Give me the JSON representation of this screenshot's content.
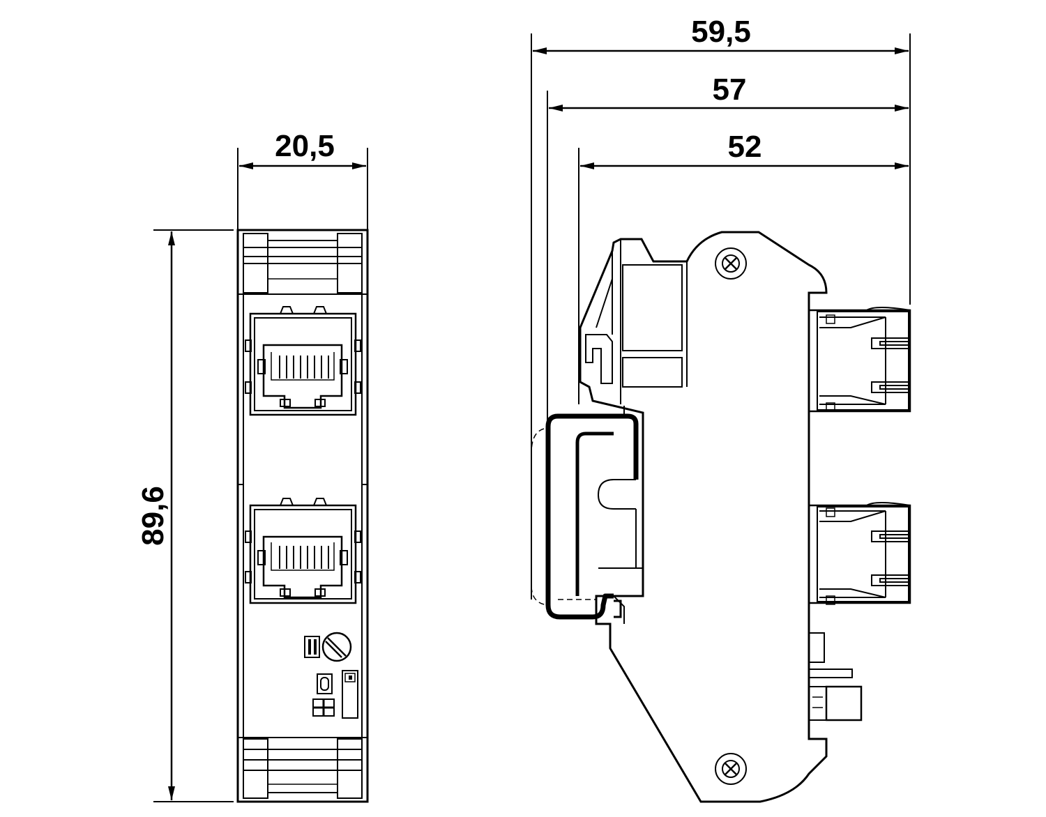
{
  "dimensions": {
    "width_front": "20,5",
    "height_front": "89,6",
    "depth_overall": "59,5",
    "depth_mid": "57",
    "depth_body": "52"
  },
  "colors": {
    "stroke": "#000000",
    "background": "#ffffff"
  }
}
